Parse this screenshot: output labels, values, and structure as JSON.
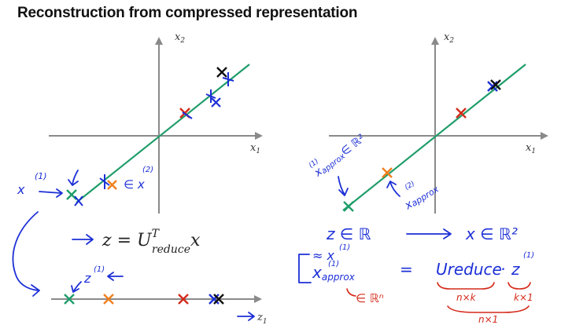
{
  "title": "Reconstruction from compressed representation",
  "left_plot": {
    "x_axis": {
      "base": "x",
      "sub": "1"
    },
    "y_axis": {
      "base": "x",
      "sub": "2"
    },
    "annotations": {
      "x1_sup": "(1)",
      "x1_base": "x",
      "x2_in": "∈ x",
      "x2_sup": "(2)"
    }
  },
  "right_plot": {
    "x_axis": {
      "base": "x",
      "sub": "1"
    },
    "y_axis": {
      "base": "x",
      "sub": "2"
    },
    "annotations": {
      "approx1_sup": "(1)",
      "approx1": "x",
      "approx1_sub": "approx",
      "approx1_in": "∈ ℝ²",
      "approx2_sup": "(2)",
      "approx2": "x",
      "approx2_sub": "approx"
    }
  },
  "z_axis": {
    "label_base": "z",
    "label_sub": "1",
    "z_annotation": "z",
    "z_sup": "(1)"
  },
  "formula": {
    "prefix": "z = U",
    "superscript": "T",
    "subscript": "reduce",
    "suffix": "x"
  },
  "notes": {
    "line1_z": "z ∈ ℝ",
    "line1_x": "x ∈ ℝ²",
    "approx_x": "≈ x",
    "approx_x_sup": "(1)",
    "x_approx": "x",
    "x_approx_sub": "approx",
    "x_approx_sup": "(1)",
    "equals": "=",
    "u_reduce": "Ureduce",
    "dot": "·",
    "z_vec": "z",
    "z_vec_sup": "(1)",
    "in_rn": "∈ ℝⁿ",
    "dim_nk": "n×k",
    "dim_k1": "k×1",
    "dim_n1": "n×1"
  },
  "colors": {
    "green": "#1f9d6a",
    "orange": "#f07f1e",
    "red": "#d42a1a",
    "blue": "#1c2fd6",
    "black": "#111111"
  }
}
